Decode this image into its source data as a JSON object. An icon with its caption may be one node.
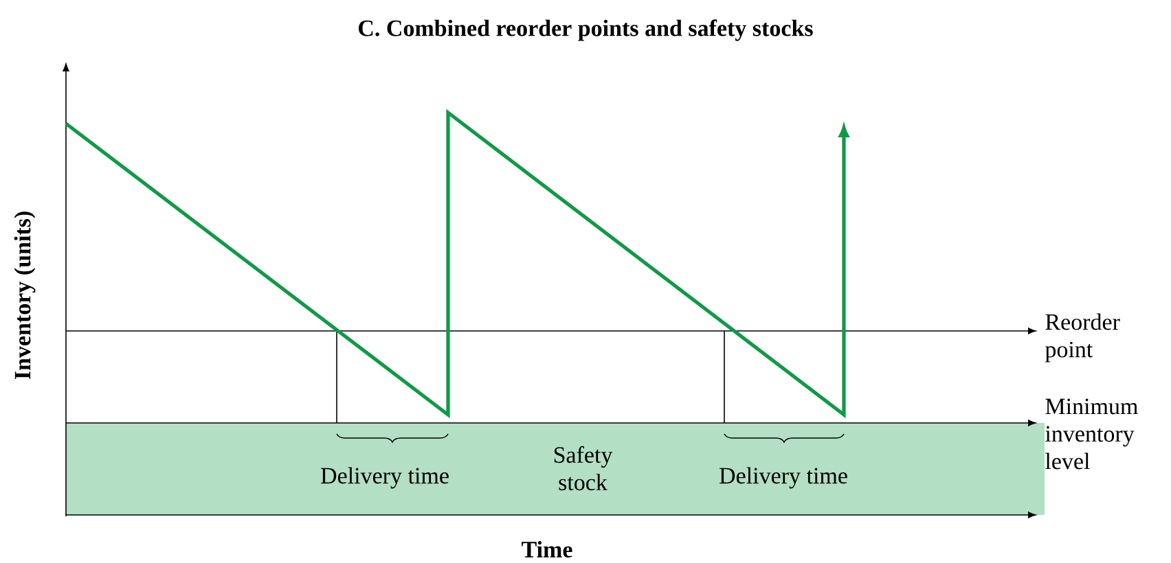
{
  "diagram": {
    "title": "C. Combined reorder points and safety stocks",
    "nodes": [
      {
        "text": [
          "Safety stock"
        ]
      }
    ],
    "labels": [
      "Reorder point",
      "Minimum inventory level",
      "Delivery time",
      "Delivery time",
      "Inventory (units)",
      "Time"
    ]
  }
}
